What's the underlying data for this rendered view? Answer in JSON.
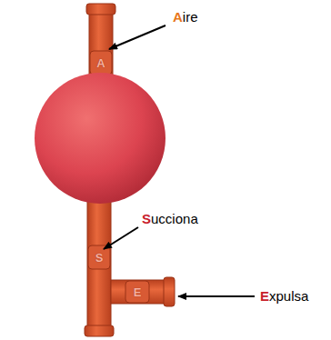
{
  "diagram": {
    "labels": [
      "A",
      "S",
      "E",
      "Aire",
      "Succiona",
      "Expulsa"
    ]
  }
}
